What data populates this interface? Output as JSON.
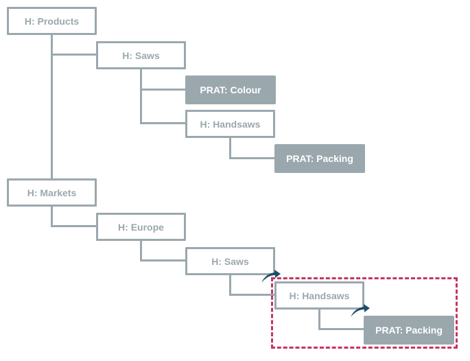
{
  "diagram": {
    "tree1": {
      "root": "H: Products",
      "saws": "H: Saws",
      "colour": "PRAT: Colour",
      "handsaws": "H: Handsaws",
      "packing": "PRAT: Packing"
    },
    "tree2": {
      "root": "H: Markets",
      "europe": "H: Europe",
      "saws": "H: Saws",
      "handsaws": "H: Handsaws",
      "packing": "PRAT: Packing"
    },
    "colors": {
      "node": "#9aa8ae",
      "highlight": "#c4345e",
      "arrow": "#1f4e6b"
    }
  }
}
